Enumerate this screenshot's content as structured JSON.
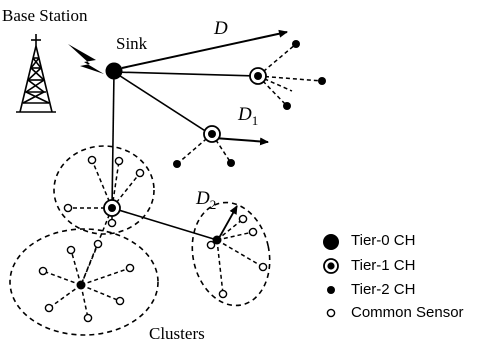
{
  "labels": {
    "base_station": "Base Station",
    "sink": "Sink",
    "clusters": "Clusters",
    "dist_main": "D",
    "dist_1_base": "D",
    "dist_1_sub": "1",
    "dist_2_base": "D",
    "dist_2_sub": "2"
  },
  "legend": {
    "tier0": "Tier-0 CH",
    "tier1": "Tier-1 CH",
    "tier2": "Tier-2 CH",
    "common": "Common Sensor"
  }
}
